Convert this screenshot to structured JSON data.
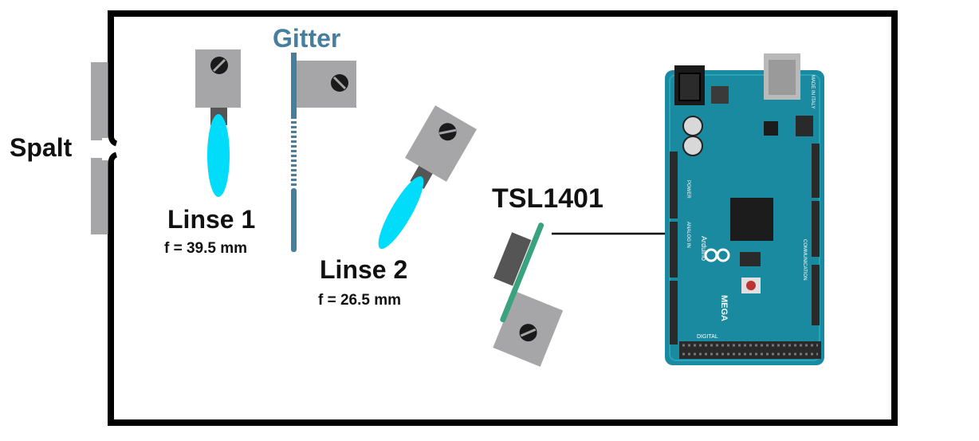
{
  "labels": {
    "slit": "Spalt",
    "grating": "Gitter",
    "lens1": "Linse 1",
    "lens1_focal": "f = 39.5 mm",
    "lens2": "Linse 2",
    "lens2_focal": "f = 26.5 mm",
    "sensor": "TSL1401"
  },
  "arduino": {
    "logo_text": "MEGA",
    "brand_text": "Arduino",
    "digital_text": "DIGITAL",
    "power_text": "POWER",
    "analog_text": "ANALOG IN",
    "comm_text": "COMMUNICATION",
    "header_top_text": "MADE IN ITALY"
  },
  "colors": {
    "frame": "#000000",
    "mount_gray": "#a6a6a9",
    "lens_cyan": "#00dcfa",
    "grating_blue": "#467f9e",
    "sensor_green": "#3aa27c",
    "board_blue": "#1a8aa0",
    "board_dark": "#13707f",
    "chip": "#1c1c1c",
    "header": "#2a2a2a"
  }
}
